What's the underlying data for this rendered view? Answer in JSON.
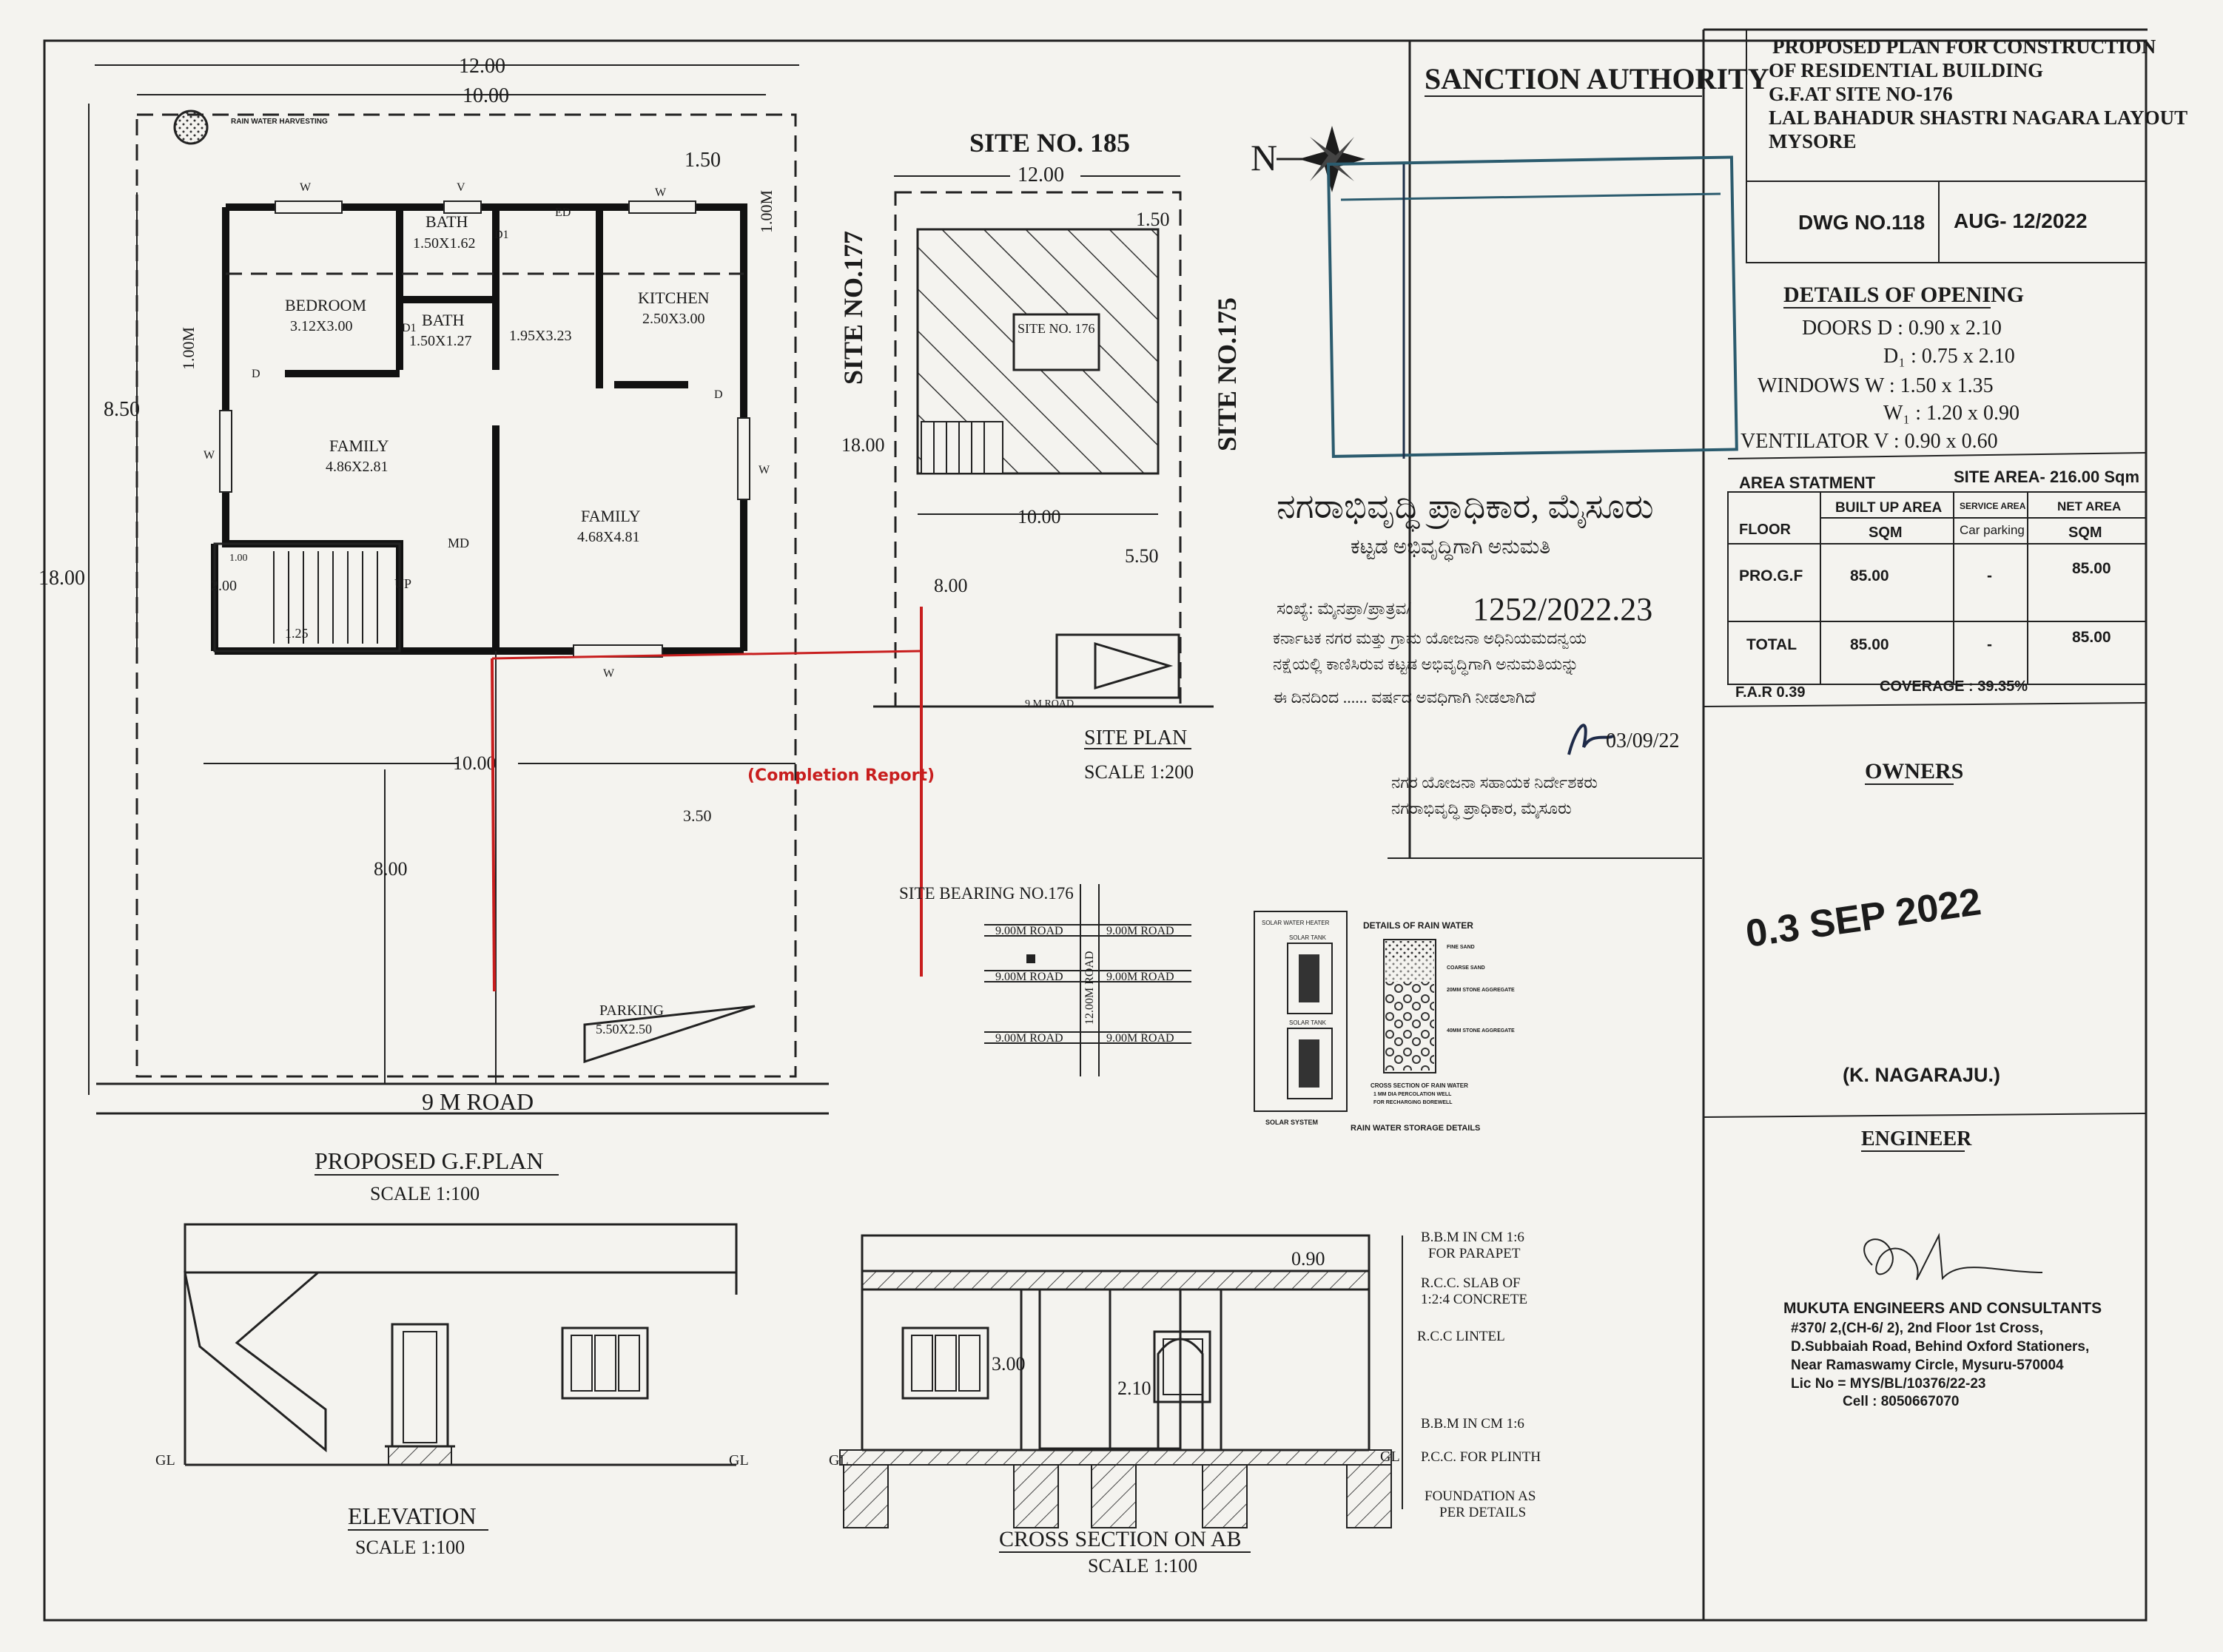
{
  "title_block": {
    "line1": "PROPOSED PLAN FOR CONSTRUCTION",
    "line2": "OF RESIDENTIAL BUILDING",
    "line3": "G.F.AT SITE NO-176",
    "line4": "LAL BAHADUR SHASTRI NAGARA LAYOUT",
    "line5": "MYSORE",
    "dwg_no": "DWG NO.118",
    "date": "AUG- 12/2022"
  },
  "sanction_authority": "SANCTION AUTHORITY",
  "north": "N",
  "openings": {
    "title": "DETAILS OF OPENING",
    "doors": "DOORS D : 0.90 x 2.10",
    "doors1": "D₁ : 0.75 x 2.10",
    "windows": "WINDOWS  W : 1.50 x 1.35",
    "windows1": "W₁ : 1.20 x 0.90",
    "ventilator": "VENTILATOR  V : 0.90 x 0.60"
  },
  "area": {
    "title": "AREA STATMENT",
    "site_area": "SITE AREA- 216.00 Sqm",
    "h_floor": "FLOOR",
    "h_built": "BUILT UP AREA",
    "h_sqm": "SQM",
    "h_service": "SERVICE AREA",
    "h_parking": "Car parking",
    "h_net": "NET AREA",
    "h_net_sqm": "SQM",
    "rows": [
      {
        "floor": "PRO.G.F",
        "built": "85.00",
        "service": "-",
        "net": "85.00"
      },
      {
        "floor": "TOTAL",
        "built": "85.00",
        "service": "-",
        "net": "85.00"
      }
    ],
    "far": "F.A.R  0.39",
    "coverage": "COVERAGE :  39.35%"
  },
  "owners": {
    "title": "OWNERS",
    "name": "(K.   NAGARAJU.)",
    "date_stamp": "0.3 SEP 2022"
  },
  "engineer": {
    "title": "ENGINEER",
    "firm": "MUKUTA ENGINEERS AND CONSULTANTS",
    "addr1": "#370/ 2,(CH-6/ 2), 2nd Floor 1st Cross,",
    "addr2": "D.Subbaiah Road, Behind Oxford Stationers,",
    "addr3": "Near Ramaswamy Circle, Mysuru-570004",
    "lic": "Lic No = MYS/BL/10376/22-23",
    "cell": "Cell : 8050667070"
  },
  "authority_text": {
    "name": "ನಗರಾಭಿವೃದ್ಧಿ ಪ್ರಾಧಿಕಾರ, ಮೈಸೂರು",
    "sub": "ಕಟ್ಟಡ ಅಭಿವೃದ್ಧಿಗಾಗಿ ಅನುಮತಿ",
    "ref_prefix": "ಸಂಖ್ಯೆ: ಮೈನಪ್ರಾ/ಪ್ರಾತ್ರವ/",
    "ref_no": "1252/2022.23",
    "line1": "ಕರ್ನಾಟಕ ನಗರ ಮತ್ತು ಗ್ರಾಮ ಯೋಜನಾ ಅಧಿನಿಯಮದನ್ವಯ",
    "line2": "ನಕ್ಷೆಯಲ್ಲಿ ಕಾಣಿಸಿರುವ ಕಟ್ಟಡ ಅಭಿವೃದ್ಧಿಗಾಗಿ ಅನುಮತಿಯನ್ನು",
    "line3": "ಈ ದಿನದಿಂದ ...... ವರ್ಷದ ಅವಧಿಗಾಗಿ ನೀಡಲಾಗಿದೆ",
    "sign_date": "03/09/22",
    "sig1": "ನಗರ ಯೋಜನಾ ಸಹಾಯಕ ನಿರ್ದೇಶಕರು",
    "sig2": "ನಗರಾಭಿವೃದ್ಧಿ ಪ್ರಾಧಿಕಾರ, ಮೈಸೂರು",
    "completion": "(Completion Report)"
  },
  "gf_plan": {
    "title": "PROPOSED G.F.PLAN",
    "scale": "SCALE 1:100",
    "road": "9 M ROAD",
    "rwh": "RAIN WATER HARVESTING",
    "rooms": [
      {
        "name": "BEDROOM",
        "size": "3.12X3.00"
      },
      {
        "name": "BATH",
        "size": "1.50X1.62"
      },
      {
        "name": "BATH",
        "size": "1.50X1.27"
      },
      {
        "name": "",
        "size": "1.95X3.23"
      },
      {
        "name": "KITCHEN",
        "size": "2.50X3.00"
      },
      {
        "name": "FAMILY",
        "size": "4.86X2.81"
      },
      {
        "name": "FAMILY",
        "size": "4.68X4.81"
      },
      {
        "name": "PARKING",
        "size": "5.50X2.50"
      }
    ],
    "dims": {
      "d12": "12.00",
      "d10": "10.00",
      "d150": "1.50",
      "d100": "1.00M",
      "d100b": "1.00M",
      "d850": "8.50",
      "d18": "18.00",
      "d10b": "10.00",
      "d8": "8.00",
      "d350": "3.50",
      "s100": "1.00",
      "s200": "2.00",
      "s125": "1.25"
    },
    "marks": {
      "w": "W",
      "v": "V",
      "d": "D",
      "d1": "D1",
      "ed": "ED",
      "md": "MD",
      "up": "UP"
    }
  },
  "site_plan": {
    "title": "SITE PLAN",
    "scale": "SCALE 1:200",
    "site185": "SITE NO. 185",
    "site177": "SITE NO.177",
    "site175": "SITE NO.175",
    "site176": "SITE NO. 176",
    "road": "9 M ROAD",
    "dims": {
      "d12": "12.00",
      "d150": "1.50",
      "d18": "18.00",
      "d10": "10.00",
      "d550": "5.50",
      "d8": "8.00"
    }
  },
  "site_bearing": {
    "title": "SITE BEARING NO.176",
    "r1": "9.00M ROAD",
    "r2": "9.00M ROAD",
    "r3": "9.00M ROAD",
    "r4": "9.00M ROAD",
    "r5": "9.00M ROAD",
    "r6": "9.00M ROAD",
    "vroad": "12.00M ROAD"
  },
  "rain_water": {
    "title": "DETAILS OF RAIN WATER",
    "l1": "FINE SAND",
    "l2": "COARSE SAND",
    "l3": "20MM STONE AGGREGATE",
    "l4": "40MM STONE AGGREGATE",
    "cap1": "CROSS SECTION OF RAIN WATER",
    "cap2": "1 MM DIA PERCOLATION WELL",
    "cap3": "FOR RECHARGING BOREWELL",
    "solar": "SOLAR SYSTEM",
    "storage": "RAIN WATER STORAGE DETAILS",
    "solar_title": "SOLAR WATER HEATER",
    "tank": "SOLAR TANK"
  },
  "elevation": {
    "title": "ELEVATION",
    "scale": "SCALE 1:100",
    "gl": "GL"
  },
  "section": {
    "title": "CROSS SECTION ON  AB",
    "scale": "SCALE 1:100",
    "gl": "GL",
    "d090": "0.90",
    "d300": "3.00",
    "d210": "2.10",
    "n1a": "B.B.M IN CM 1:6",
    "n1b": "FOR PARAPET",
    "n2a": "R.C.C. SLAB OF",
    "n2b": "1:2:4 CONCRETE",
    "n3": "R.C.C  LINTEL",
    "n4": "B.B.M IN CM 1:6",
    "n5": "P.C.C. FOR PLINTH",
    "n6a": "FOUNDATION AS",
    "n6b": "PER DETAILS"
  }
}
